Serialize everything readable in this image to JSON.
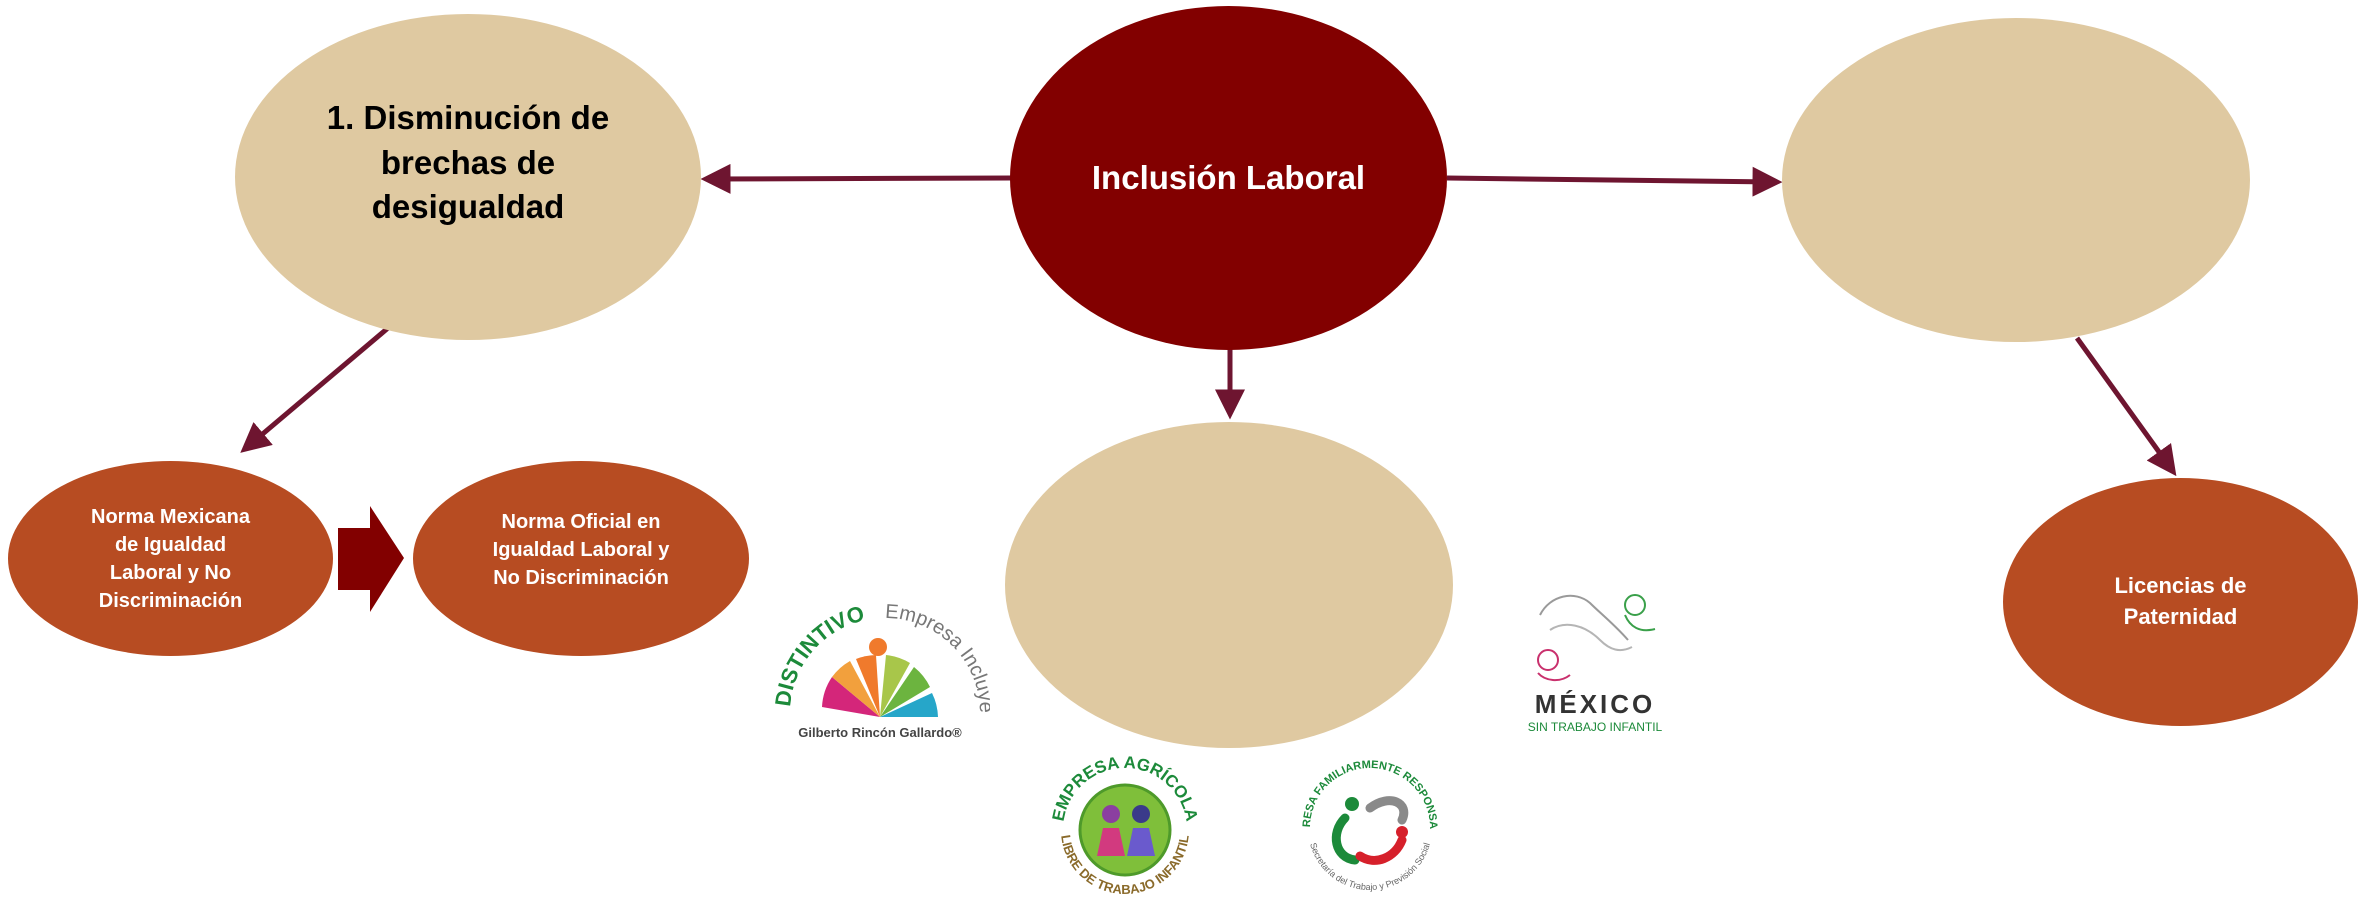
{
  "center": {
    "label": "Inclusión Laboral"
  },
  "left_top": {
    "label": "1. Disminución de\nbrechas de\ndesigualdad"
  },
  "right_top": {
    "label": ""
  },
  "bottom_center": {
    "label": ""
  },
  "norma_mexicana": {
    "label": "Norma Mexicana\nde Igualdad\nLaboral y No\nDiscriminación"
  },
  "norma_oficial": {
    "label": "Norma  Oficial  en\nIgualdad Laboral y\nNo Discriminación"
  },
  "licencias": {
    "label": "Licencias de\nPaternidad"
  },
  "logos": {
    "distintivo": {
      "word": "DISTINTIVO",
      "subtitle": "Empresa Incluyente",
      "name": "Gilberto Rincón Gallardo®"
    },
    "mexico": {
      "word": "MÉXICO",
      "subtitle": "SIN TRABAJO INFANTIL"
    },
    "agricola": {
      "top": "EMPRESA AGRÍCOLA",
      "bottom": "LIBRE DE TRABAJO INFANTIL"
    },
    "familiar": {
      "top": "EMPRESA FAMILIARMENTE RESPONSABLE",
      "bottom": "Secretaría del Trabajo y Previsión Social"
    }
  },
  "colors": {
    "tan": "#dfc9a1",
    "dark_red": "#820000",
    "rust": "#b74c22",
    "arrow": "#6e1530"
  }
}
